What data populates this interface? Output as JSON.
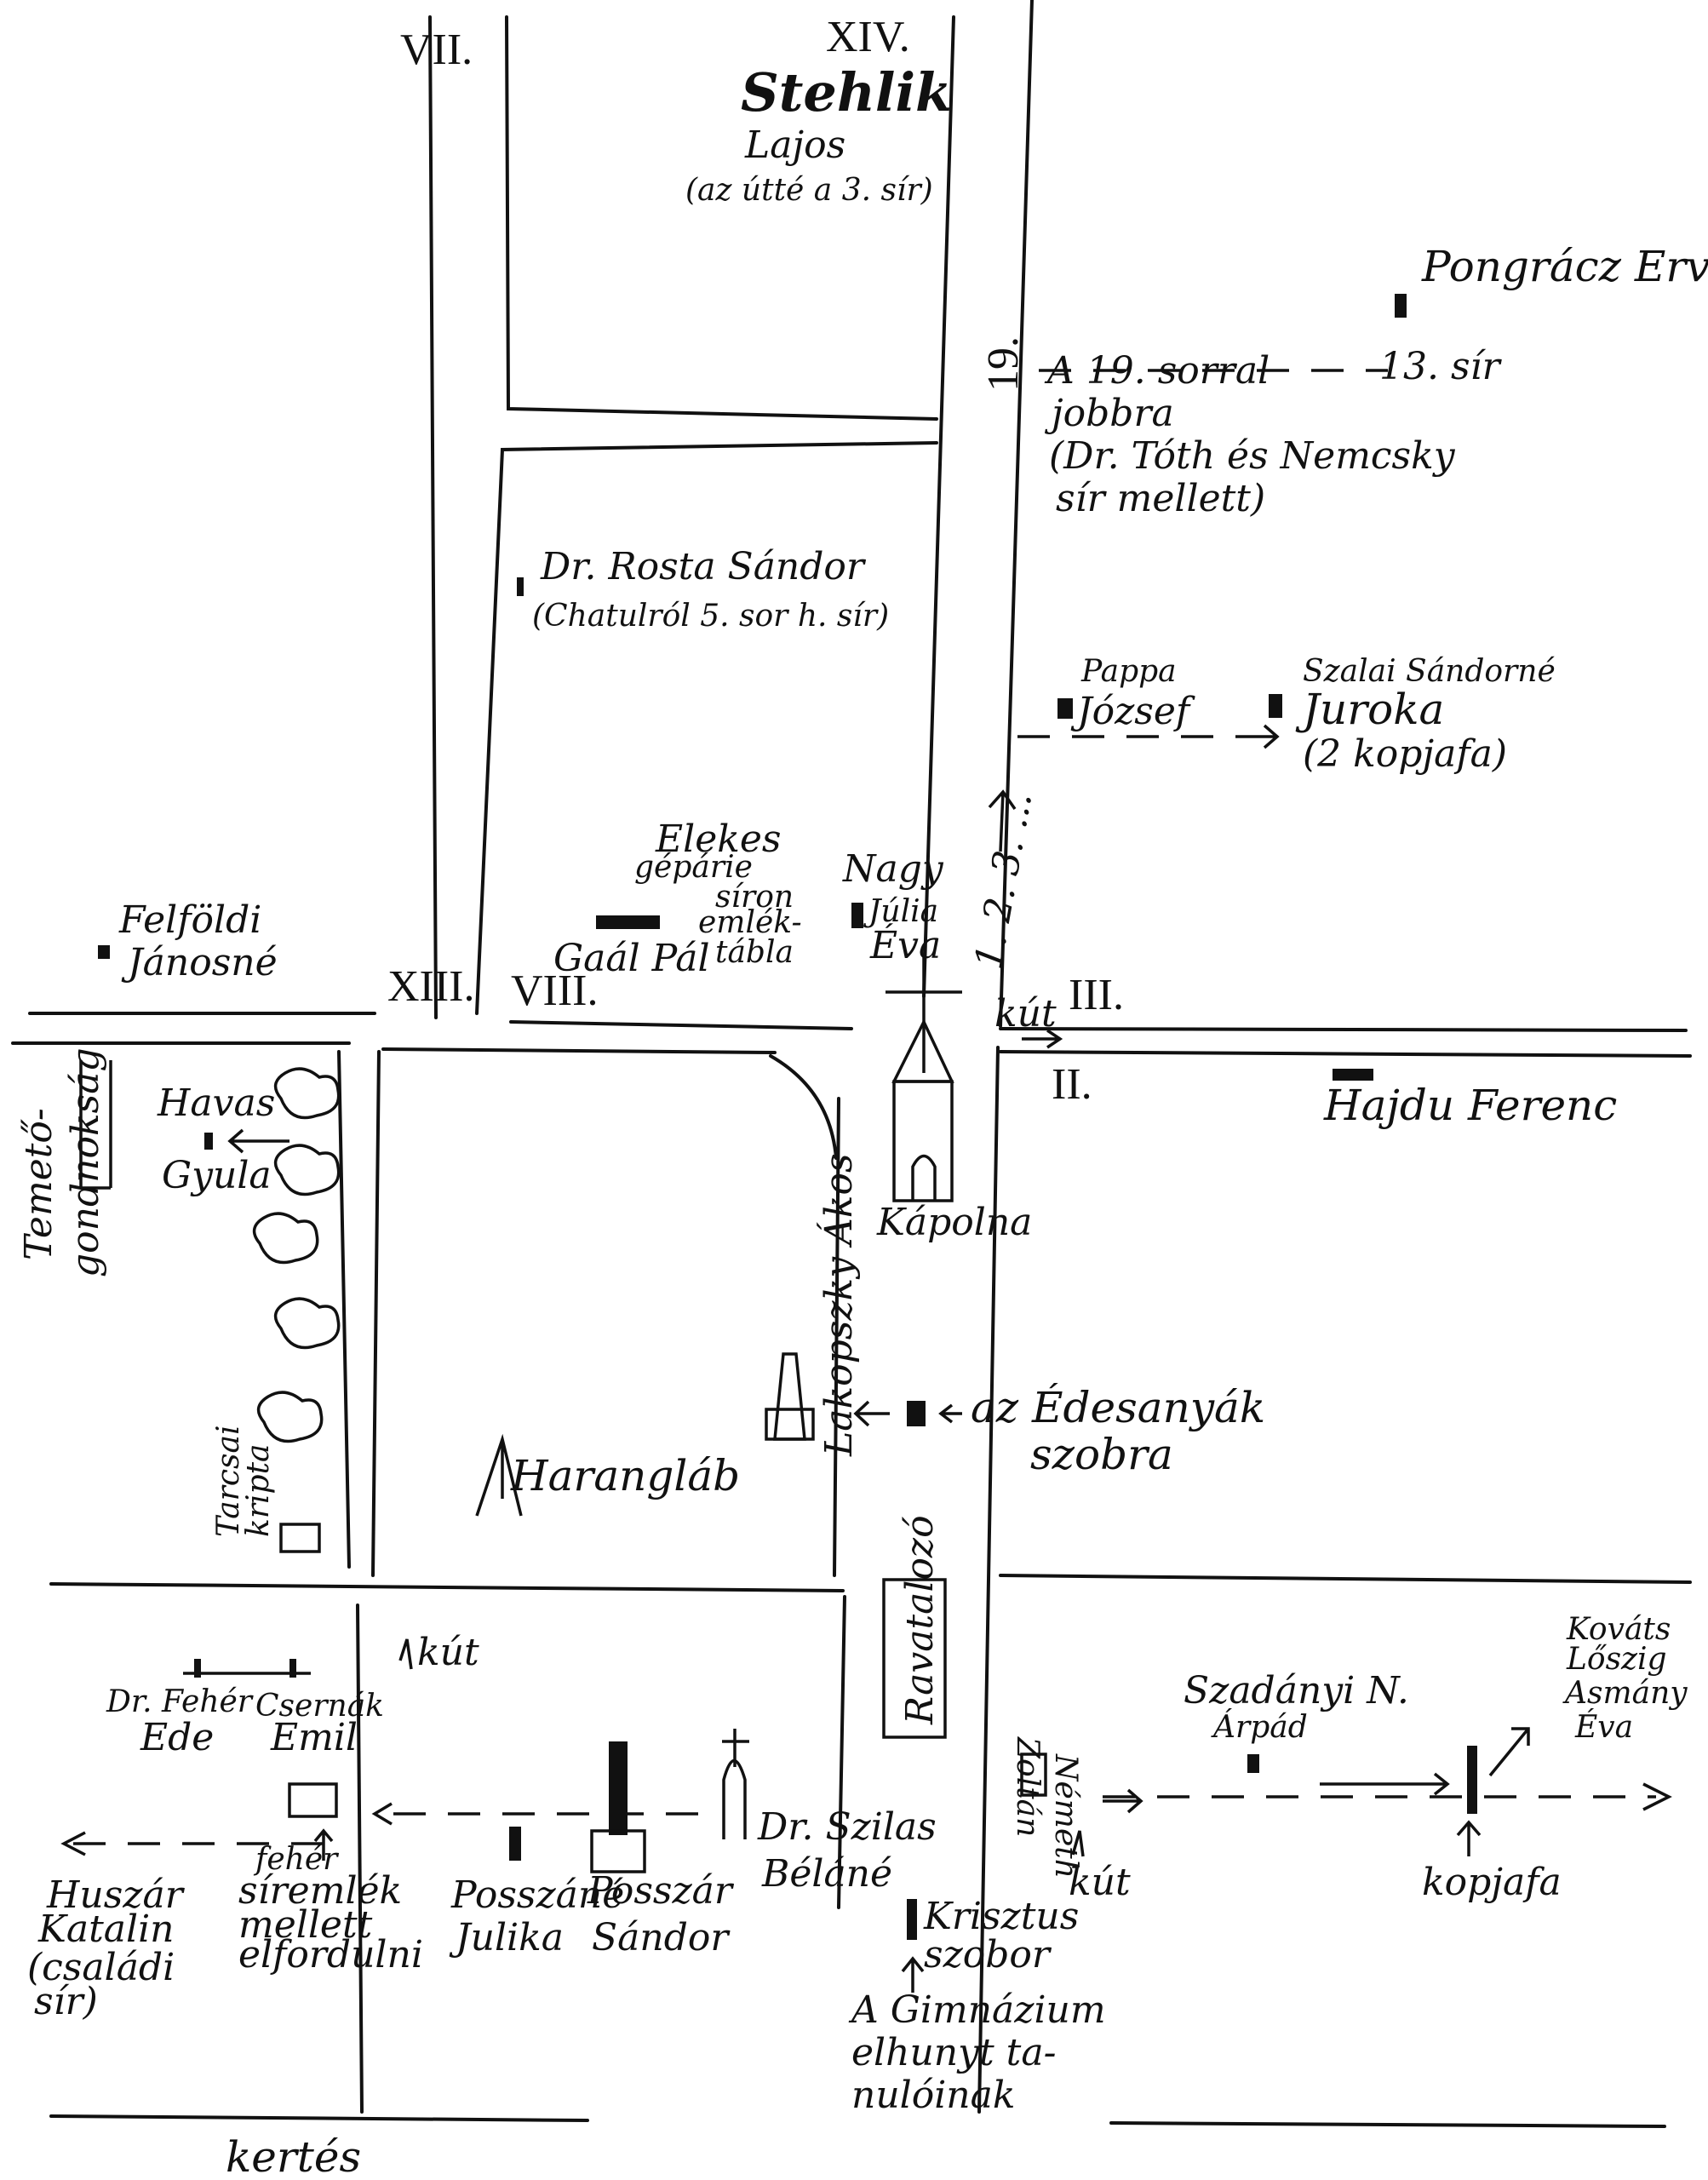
{
  "sections": {
    "vii": "VII.",
    "xiv": "XIV.",
    "xiii": "XIII.",
    "viii": "VIII.",
    "iii": "III.",
    "ii": "II.",
    "row19": "19."
  },
  "graves": {
    "stehlik": [
      "Stehlik",
      "Lajos",
      "(az útté a 3. sír)"
    ],
    "pongracz": "Pongrácz Ervi",
    "sir13": "13. sír",
    "row19_note": [
      "A 19. sorral",
      "jobbra",
      "(Dr. Tóth és Nemcsky",
      "sír mellett)"
    ],
    "rosta": [
      "Dr. Rosta Sándor",
      "(Chatulról 5. sor h. sír)"
    ],
    "pappa": [
      "Pappa",
      "József"
    ],
    "szalai": [
      "Szalai Sándorné",
      "Juroka",
      "(2 kopjafa)"
    ],
    "elekes": [
      "Elekes",
      "gépárie",
      "síron",
      "emlék-",
      "tábla"
    ],
    "gaal": "Gaál Pál",
    "nagy": [
      "Nagy",
      "Júlia",
      "Éva"
    ],
    "kut_top": "kút",
    "row_numbers": "1. 2. 3. ...",
    "felfoldi": [
      "Felföldi",
      "Jánosné"
    ],
    "havas": [
      "Havas",
      "Gyula"
    ],
    "hajdu": "Hajdu Ferenc",
    "temeto": [
      "Temető-",
      "gondnokság"
    ],
    "kapolna": "Kápolna",
    "lakopszky": "Lakopszky Ákos",
    "edesanyak": [
      "az Édesanyák",
      "szobra"
    ],
    "harangláb": "Harangláb",
    "tarcsai": [
      "Tarcsai",
      "kripta"
    ],
    "ravatalozo": "Ravatalozó",
    "kut_left": "kút",
    "feher": [
      "Dr. Fehér",
      "Ede"
    ],
    "csernak": [
      "Csernák",
      "Emil"
    ],
    "nemeth": [
      "Németh",
      "Zoltán"
    ],
    "szadanyi": [
      "Szadányi N.",
      "Árpád"
    ],
    "kovats": [
      "Kováts",
      "Lőszig",
      "Asmány",
      "Éva"
    ],
    "kopjafa": "kopjafa",
    "kut_right": "kút",
    "szilas": [
      "Dr. Szilas",
      "Béláné"
    ],
    "huszar": [
      "Huszár",
      "Katalin",
      "(családi",
      "sír)"
    ],
    "feher_sirem": [
      "fehér",
      "síremlék",
      "mellett",
      "elfordulni"
    ],
    "posszane": [
      "Posszáné",
      "Julika"
    ],
    "posszar": [
      "Posszár",
      "Sándor"
    ],
    "krisztus": [
      "Krisztus",
      "szobor"
    ],
    "gimnazium": [
      "A Gimnázium",
      "elhunyt ta-",
      "nulóinak"
    ],
    "kertes": "kertés"
  }
}
